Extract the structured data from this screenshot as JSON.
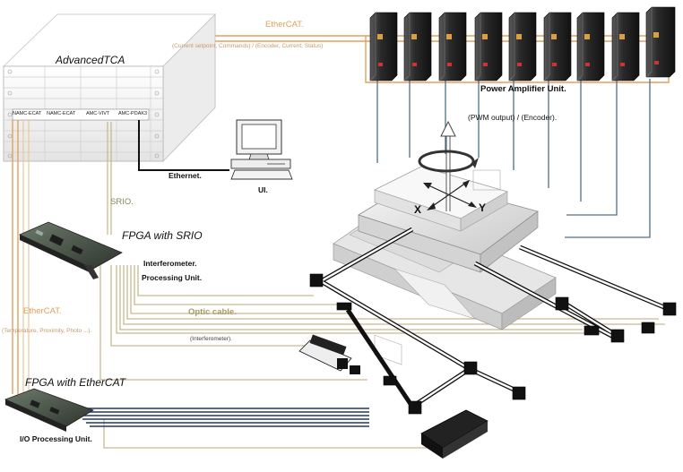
{
  "colors": {
    "ethercat": "#e3a05c",
    "optic": "#c8b98f",
    "signal": "#4f6f84",
    "ethernet": "#111111",
    "io": "#24356a",
    "rack": "#f2f2f2",
    "amplifier": "#2b2b2b"
  },
  "labels": {
    "ethercat_top": "EtherCAT.",
    "cmd_status": "(Current setpoint, Commands) / (Encoder, Current, Status)",
    "advanced_tca": "AdvancedTCA",
    "slot1": "NAMC-ECAT",
    "slot2": "NAMC-ECAT",
    "slot3": "AMC-VIVT",
    "slot4": "AMC-PDAK3",
    "power_amp": "Power Amplifier Unit.",
    "pwm_encoder": "(PWM output) / (Encoder).",
    "ethernet": "Ethernet.",
    "ui": "UI.",
    "srio": "SRIO.",
    "fpga_srio": "FPGA with SRIO",
    "interferometer_unit_1": "Interferometer.",
    "interferometer_unit_2": "Processing Unit.",
    "optic_cable": "Optic cable.",
    "interferometer": "(Interferometer).",
    "ethercat_left": "EtherCAT.",
    "sensors": "(Temperature, Proximity, Photo ...).",
    "fpga_ethercat": "FPGA with EtherCAT",
    "io_unit": "I/O Processing Unit.",
    "axis_x": "X",
    "axis_y": "Y"
  }
}
